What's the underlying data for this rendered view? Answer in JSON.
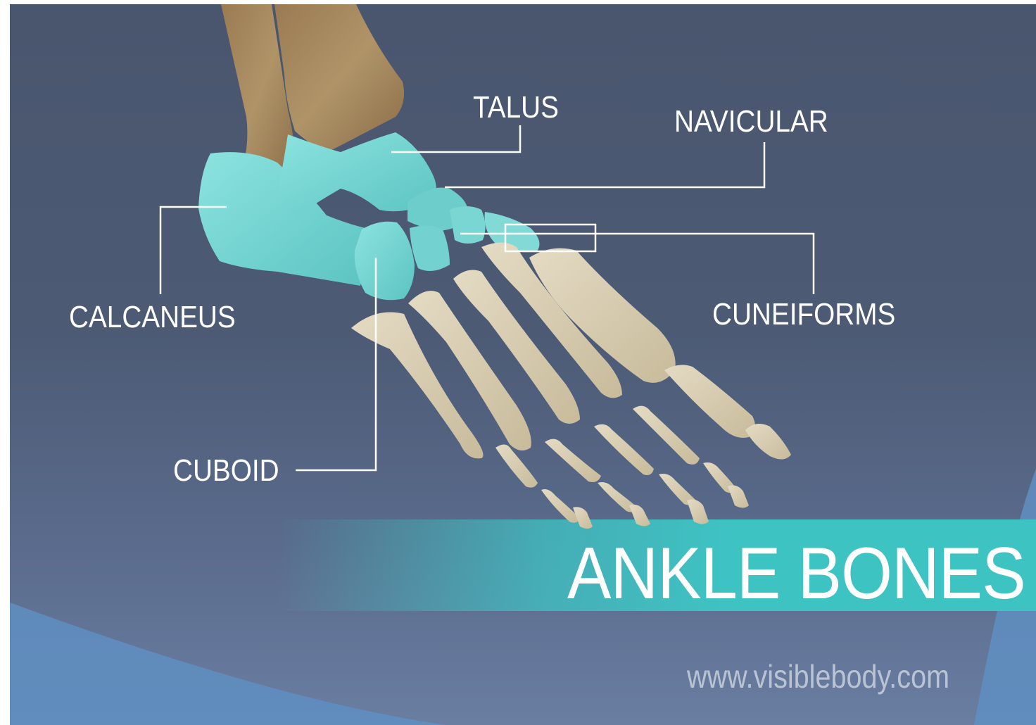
{
  "labels": {
    "talus": "TALUS",
    "navicular": "NAVICULAR",
    "calcaneus": "CALCANEUS",
    "cuneiforms": "CUNEIFORMS",
    "cuboid": "CUBOID"
  },
  "title": "ANKLE BONES",
  "website": "www.visiblebody.com",
  "colors": {
    "background": "#4c5a74",
    "highlighted_bones": "#7fd8d6",
    "other_bones": "#d6cbb0",
    "leg_bones": "#a9895f",
    "title_banner": "#3ec3c3",
    "leader_lines": "#ffffff"
  }
}
